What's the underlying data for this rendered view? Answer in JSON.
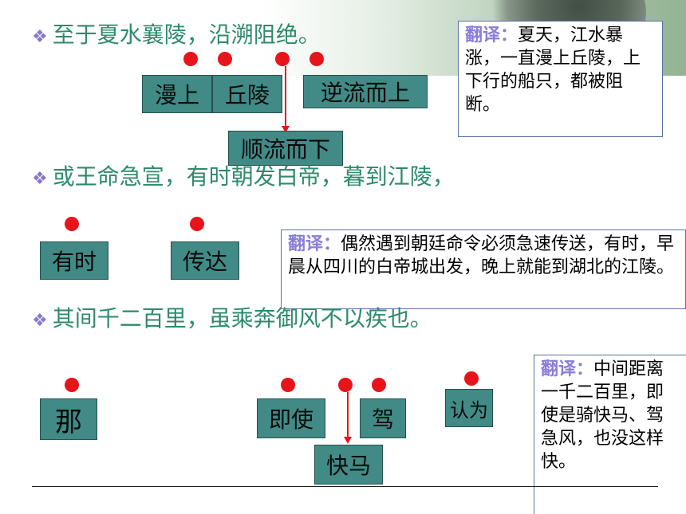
{
  "bullet_symbol": "❖",
  "sentences": [
    "至于夏水襄陵，沿溯阻绝。",
    "或王命急宣，有时朝发白帝，暮到江陵，",
    "其间千二百里，虽乘奔御风不以疾也。"
  ],
  "boxes": {
    "manshang": "漫上",
    "qiuling": "丘陵",
    "niliu": "逆流而上",
    "shunliu": "顺流而下",
    "youshi": "有时",
    "chuanda": "传达",
    "na": "那",
    "jishi": "即使",
    "jia": "驾",
    "wei": "认为",
    "kuaima": "快马"
  },
  "translations": {
    "label": "翻译：",
    "t1": "夏天，江水暴涨，一直漫上丘陵，上下行的船只，都被阻断。",
    "t2": "偶然遇到朝廷命令必须急速传送，有时，早晨从四川的白帝城出发，晚上就能到湖北的江陵。",
    "t3": "中间距离一千二百里，即使是骑快马、驾急风，也没这样快。"
  },
  "colors": {
    "box_fill": "#418a86",
    "dot": "#e8141b",
    "text_green": "#2e8b6a",
    "label_purple": "#8a7ed8"
  }
}
